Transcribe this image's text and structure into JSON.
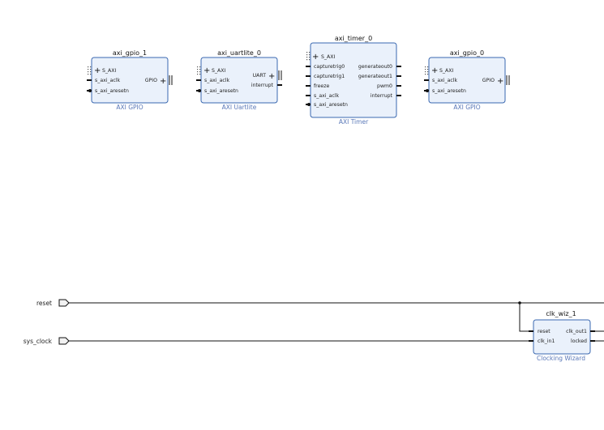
{
  "blocks": {
    "gpio1": {
      "name": "axi_gpio_1",
      "subtitle": "AXI GPIO",
      "left_ports": [
        "S_AXI",
        "s_axi_aclk",
        "s_axi_aresetn"
      ],
      "right_ports": [
        "GPIO"
      ]
    },
    "uartlite": {
      "name": "axi_uartlite_0",
      "subtitle": "AXI Uartlite",
      "left_ports": [
        "S_AXI",
        "s_axi_aclk",
        "s_axi_aresetn"
      ],
      "right_ports": [
        "UART",
        "interrupt"
      ]
    },
    "timer": {
      "name": "axi_timer_0",
      "subtitle": "AXI Timer",
      "left_ports": [
        "S_AXI",
        "capturetrig0",
        "capturetrig1",
        "freeze",
        "s_axi_aclk",
        "s_axi_aresetn"
      ],
      "right_ports": [
        "generateout0",
        "generateout1",
        "pwm0",
        "interrupt"
      ]
    },
    "gpio0": {
      "name": "axi_gpio_0",
      "subtitle": "AXI GPIO",
      "left_ports": [
        "S_AXI",
        "s_axi_aclk",
        "s_axi_aresetn"
      ],
      "right_ports": [
        "GPIO"
      ]
    },
    "clkwiz": {
      "name": "clk_wiz_1",
      "subtitle": "Clocking Wizard",
      "left_ports": [
        "reset",
        "clk_in1"
      ],
      "right_ports": [
        "clk_out1",
        "locked"
      ]
    }
  },
  "external_ports": {
    "reset": "reset",
    "sys_clock": "sys_clock"
  }
}
